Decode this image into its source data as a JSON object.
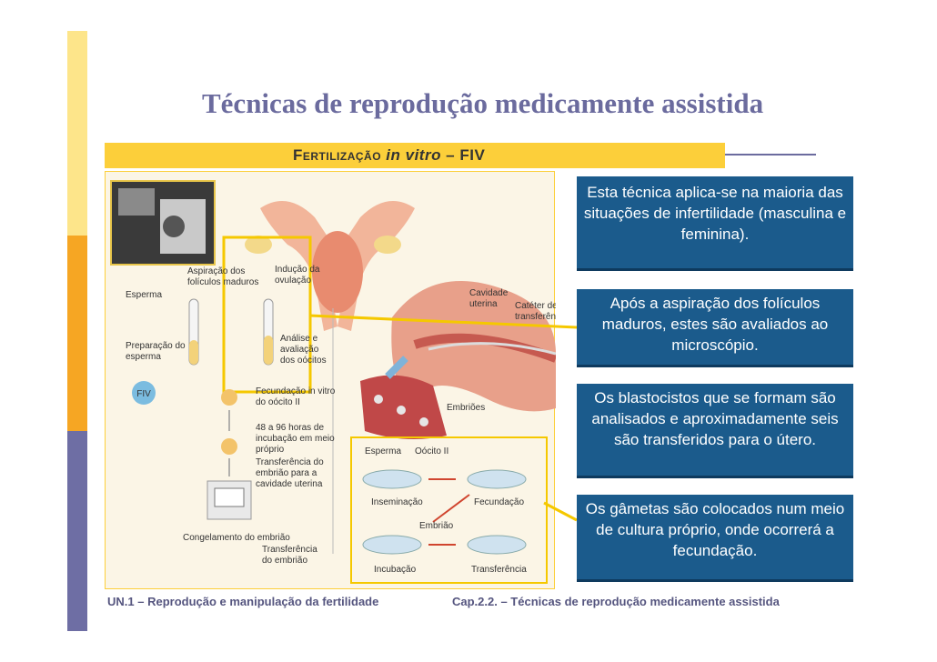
{
  "slide": {
    "title": "Técnicas de reprodução medicamente assistida",
    "banner": {
      "main": "Fertilização ",
      "italic": "in vitro",
      "suffix": " – FIV"
    }
  },
  "figure": {
    "labels": {
      "aspiracao": "Aspiração dos",
      "aspiracao2": "folículos maduros",
      "inducao": "Indução da",
      "inducao2": "ovulação",
      "esperma": "Esperma",
      "preparacao": "Preparação do",
      "preparacao2": "esperma",
      "fiv": "FIV",
      "analise": "Análise e",
      "analise2": "avaliação",
      "analise3": "dos oócitos",
      "fecundacao": "Fecundação in vitro",
      "fecundacao2": "do oócito II",
      "incubacao": "48 a 96 horas de",
      "incubacao2": "incubação em meio",
      "incubacao3": "próprio",
      "transferencia": "Transferência do",
      "transferencia2": "embrião para a",
      "transferencia3": "cavidade uterina",
      "congelamento": "Congelamento do embrião",
      "transf_embriao": "Transferência",
      "transf_embriao2": "do embrião",
      "cavidade": "Cavidade",
      "cavidade2": "uterina",
      "cateter": "Catéter de",
      "cateter2": "transferência",
      "embrioes": "Embriões",
      "inset_esperma": "Esperma",
      "inset_oocito": "Oócito II",
      "inseminacao": "Inseminação",
      "inset_fecundacao": "Fecundação",
      "embriao": "Embrião",
      "inset_incubacao": "Incubação",
      "inset_transferencia": "Transferência"
    }
  },
  "boxes": {
    "box1": "Esta técnica aplica-se na maioria das situações de infertilidade (masculina e feminina).",
    "box2": "Após a aspiração dos folículos maduros, estes são avaliados ao microscópio.",
    "box3": "Os blastocistos que se formam são analisados e aproximadamente seis são transferidos para o útero.",
    "box4": "Os gâmetas são colocados num meio de cultura próprio, onde ocorrerá a fecundação."
  },
  "footer": {
    "left": "UN.1 – Reprodução e manipulação da fertilidade",
    "right": "Cap.2.2. – Técnicas de reprodução medicamente assistida"
  },
  "colors": {
    "title": "#6b6b9e",
    "banner": "#fccf3a",
    "box": "#1b5b8c",
    "connector": "#f5c800"
  }
}
